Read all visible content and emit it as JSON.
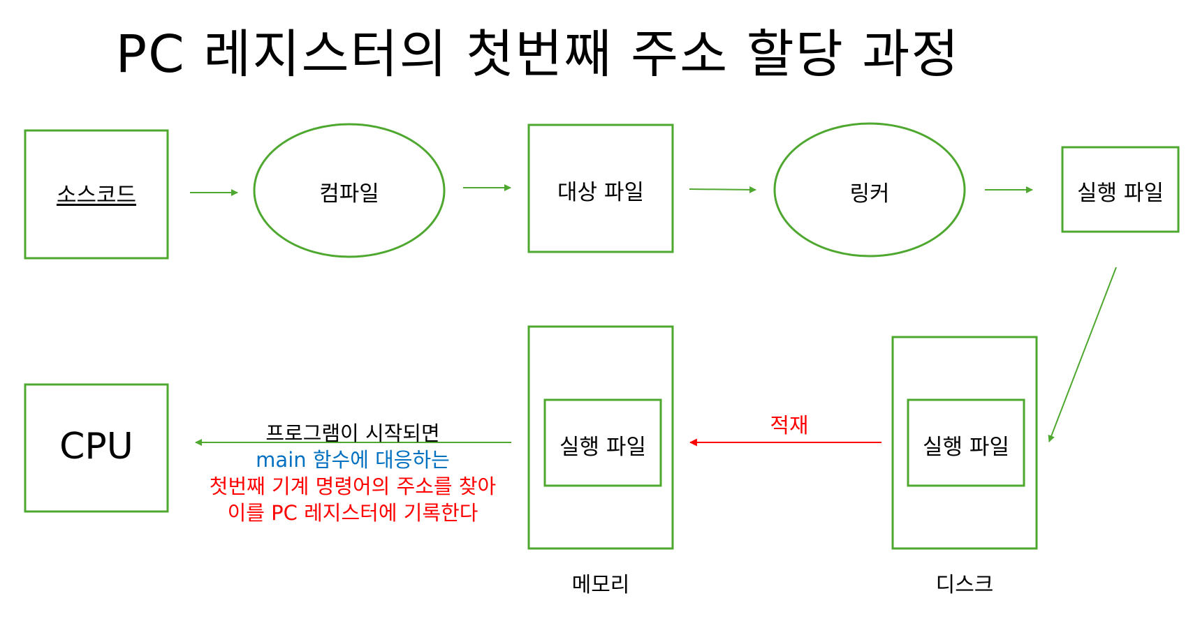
{
  "title": "PC 레지스터의 첫번째 주소 할당 과정",
  "nodes": {
    "source_code": "소스코드",
    "compiler": "컴파일",
    "object_file": "대상 파일",
    "linker": "링커",
    "executable": "실행 파일",
    "cpu": "CPU",
    "memory_executable": "실행 파일",
    "disk_executable": "실행 파일"
  },
  "containers": {
    "memory": "메모리",
    "disk": "디스크"
  },
  "load_label": "적재",
  "description": {
    "line1": "프로그램이 시작되면",
    "line2": "main 함수에 대응하는",
    "line3": "첫번째 기계 명령어의 주소를 찾아",
    "line4": "이를 PC 레지스터에 기록한다"
  },
  "colors": {
    "shape_outline": "#4ea72e",
    "load_arrow": "#ff0000",
    "line2_text": "#0070c0",
    "highlight_text": "#ff0000"
  }
}
